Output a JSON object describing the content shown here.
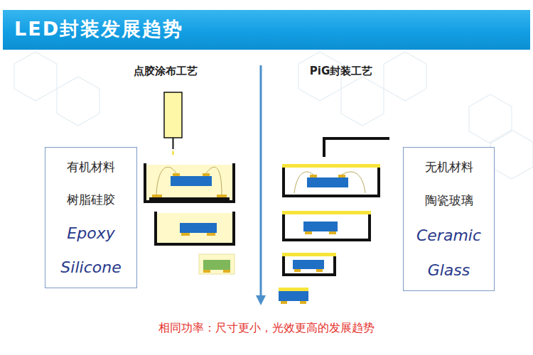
{
  "diagram": {
    "title": "LED封装发展趋势",
    "caption": "相同功率：尺寸更小，光效更高的发展趋势",
    "nodes": [
      {
        "text": [
          "有机材料",
          "树脂硅胶",
          "Epoxy",
          "Silicone"
        ]
      },
      {
        "text": [
          "无机材料",
          "陶瓷玻璃",
          "Ceramic",
          "Glass"
        ]
      }
    ],
    "labels": [
      "点胶涂布工艺",
      "PiG封装工艺"
    ]
  }
}
